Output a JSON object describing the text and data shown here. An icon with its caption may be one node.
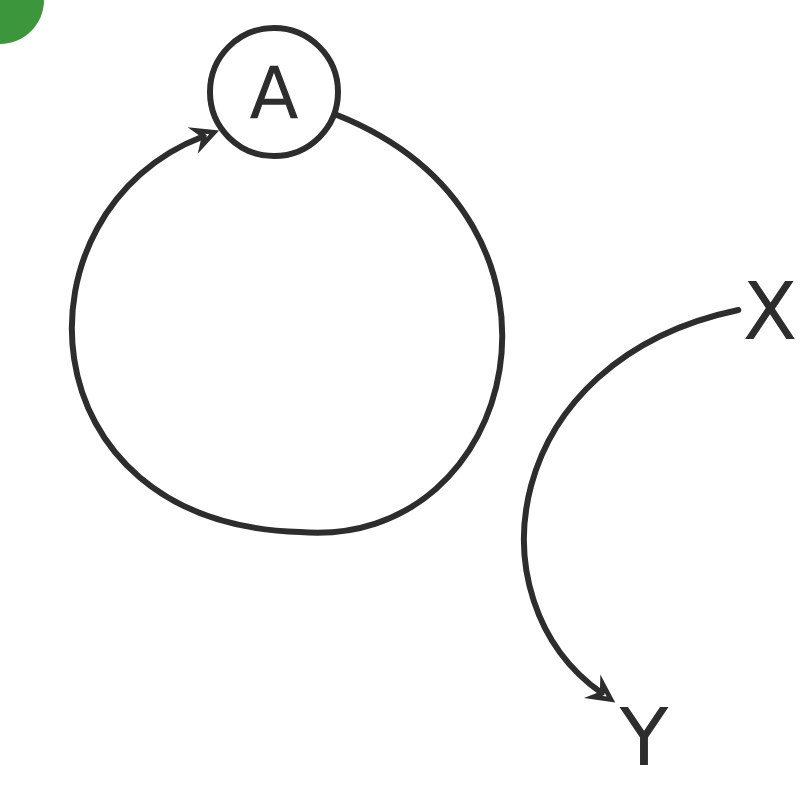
{
  "diagram": {
    "nodes": [
      {
        "text": [
          "A"
        ]
      },
      {
        "text": [
          "X"
        ]
      },
      {
        "text": [
          "Y"
        ]
      }
    ],
    "edges": [
      {
        "from": 0,
        "to": 0,
        "arrow": "to"
      },
      {
        "from": 1,
        "to": 2,
        "arrow": "to"
      }
    ]
  }
}
